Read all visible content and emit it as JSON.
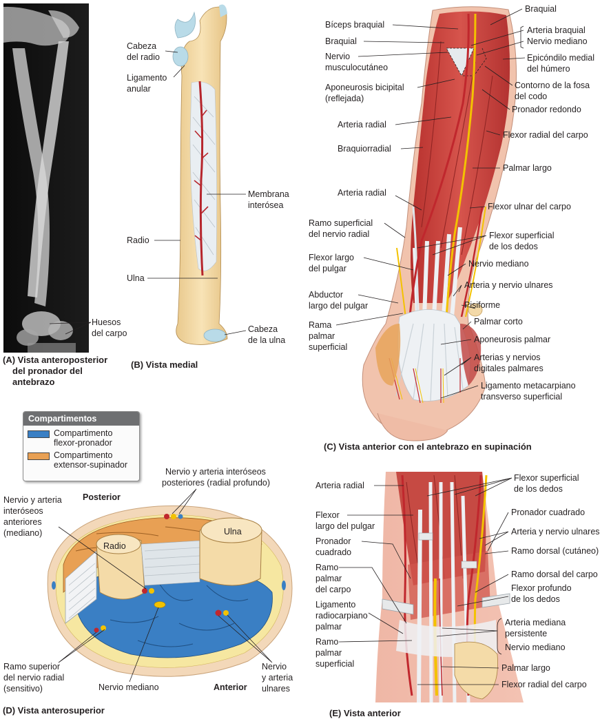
{
  "colors": {
    "flexor_compartment": "#3a7fc4",
    "extensor_compartment": "#e8a054",
    "bone": "#f4dba8",
    "muscle": "#c9413b",
    "tendon": "#e9ecef",
    "artery": "#c0272d",
    "nerve": "#f3c200"
  },
  "panel_a": {
    "caption_1": "(A) Vista anteroposterior",
    "caption_2": "del pronador del",
    "caption_3": "antebrazo",
    "label_huesos_1": "Huesos",
    "label_huesos_2": "del carpo"
  },
  "panel_b": {
    "caption": "(B) Vista medial",
    "cabeza_radio_1": "Cabeza",
    "cabeza_radio_2": "del radio",
    "ligamento_1": "Ligamento",
    "ligamento_2": "anular",
    "membrana_1": "Membrana",
    "membrana_2": "interósea",
    "radio": "Radio",
    "ulna": "Ulna",
    "cabeza_ulna_1": "Cabeza",
    "cabeza_ulna_2": "de la ulna"
  },
  "panel_c": {
    "caption": "(C) Vista anterior con el antebrazo en supinación",
    "left": {
      "biceps": "Bíceps braquial",
      "braquial": "Braquial",
      "musculo_1": "Nervio",
      "musculo_2": "musculocutáneo",
      "aponeurosis_1": "Aponeurosis bicipital",
      "aponeurosis_2": "(reflejada)",
      "arteria_radial_1": "Arteria radial",
      "braquiorradial": "Braquiorradial",
      "arteria_radial_2": "Arteria radial",
      "ramo_sup_1": "Ramo superficial",
      "ramo_sup_2": "del nervio radial",
      "flexor_largo_1": "Flexor largo",
      "flexor_largo_2": "del pulgar",
      "abductor_1": "Abductor",
      "abductor_2": "largo del pulgar",
      "rama_1": "Rama",
      "rama_2": "palmar",
      "rama_3": "superficial"
    },
    "right": {
      "braquial": "Braquial",
      "arteria_braquial": "Arteria braquial",
      "nervio_mediano": "Nervio mediano",
      "epicondilo_1": "Epicóndilo medial",
      "epicondilo_2": "del húmero",
      "contorno_1": "Contorno de la fosa",
      "contorno_2": "del codo",
      "pronador_redondo": "Pronador redondo",
      "flexor_radial": "Flexor radial del carpo",
      "palmar_largo": "Palmar largo",
      "flexor_ulnar": "Flexor ulnar del carpo",
      "flexor_sup_1": "Flexor superficial",
      "flexor_sup_2": "de los dedos",
      "nervio_mediano_2": "Nervio mediano",
      "arteria_ulnares": "Arteria y nervio ulnares",
      "pisiforme": "Pisiforme",
      "palmar_corto": "Palmar corto",
      "aponeurosis_palmar": "Aponeurosis palmar",
      "digitales_1": "Arterias y nervios",
      "digitales_2": "digitales palmares",
      "ligamento_1": "Ligamento metacarpiano",
      "ligamento_2": "transverso superficial"
    }
  },
  "legend": {
    "title": "Compartimentos",
    "flexor_1": "Compartimento",
    "flexor_2": "flexor-pronador",
    "extensor_1": "Compartimento",
    "extensor_2": "extensor-supinador"
  },
  "panel_d": {
    "caption": "(D) Vista anterosuperior",
    "posterior": "Posterior",
    "anterior": "Anterior",
    "radio": "Radio",
    "ulna": "Ulna",
    "interoseos_post_1": "Nervio y arteria interóseos",
    "interoseos_post_2": "posteriores (radial profundo)",
    "interoseos_ant_1": "Nervio y arteria",
    "interoseos_ant_2": "interóseos",
    "interoseos_ant_3": "anteriores",
    "interoseos_ant_4": "(mediano)",
    "ramo_sup_1": "Ramo superior",
    "ramo_sup_2": "del nervio radial",
    "ramo_sup_3": "(sensitivo)",
    "nervio_mediano": "Nervio mediano",
    "ulnares_1": "Nervio",
    "ulnares_2": "y arteria",
    "ulnares_3": "ulnares"
  },
  "panel_e": {
    "caption": "(E) Vista anterior",
    "left": {
      "arteria_radial": "Arteria radial",
      "flexor_largo_1": "Flexor",
      "flexor_largo_2": "largo del pulgar",
      "pronador_1": "Pronador",
      "pronador_2": "cuadrado",
      "ramo_palmar_1": "Ramo",
      "ramo_palmar_2": "palmar",
      "ramo_palmar_3": "del carpo",
      "ligamento_1": "Ligamento",
      "ligamento_2": "radiocarpiano",
      "ligamento_3": "palmar",
      "ramo_sup_1": "Ramo",
      "ramo_sup_2": "palmar",
      "ramo_sup_3": "superficial"
    },
    "right": {
      "flexor_sup_1": "Flexor superficial",
      "flexor_sup_2": "de los dedos",
      "pronador_cuadrado": "Pronador cuadrado",
      "arteria_ulnares": "Arteria y nervio ulnares",
      "ramo_dorsal": "Ramo dorsal (cutáneo)",
      "ramo_dorsal_carpo": "Ramo dorsal del carpo",
      "flexor_prof_1": "Flexor profundo",
      "flexor_prof_2": "de los dedos",
      "arteria_mediana_1": "Arteria mediana",
      "arteria_mediana_2": "persistente",
      "nervio_mediano": "Nervio mediano",
      "palmar_largo": "Palmar largo",
      "flexor_radial": "Flexor radial del carpo"
    }
  }
}
